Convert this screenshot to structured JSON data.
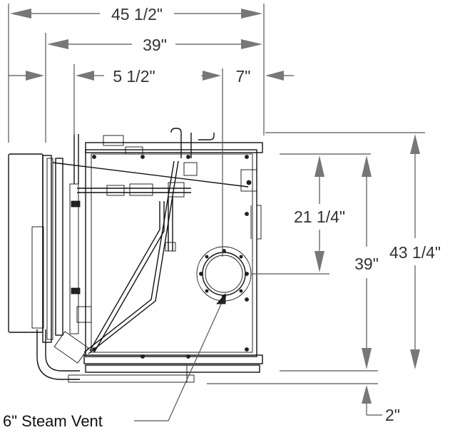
{
  "dimensions": {
    "overall_width": "45 1/2\"",
    "inner_width": "39\"",
    "left_offset": "5 1/2\"",
    "right_offset": "7\"",
    "vent_offset": "21 1/4\"",
    "inner_depth": "39\"",
    "overall_depth": "43 1/4\"",
    "bottom_offset": "2\""
  },
  "callouts": {
    "steam_vent": "6\" Steam Vent"
  }
}
